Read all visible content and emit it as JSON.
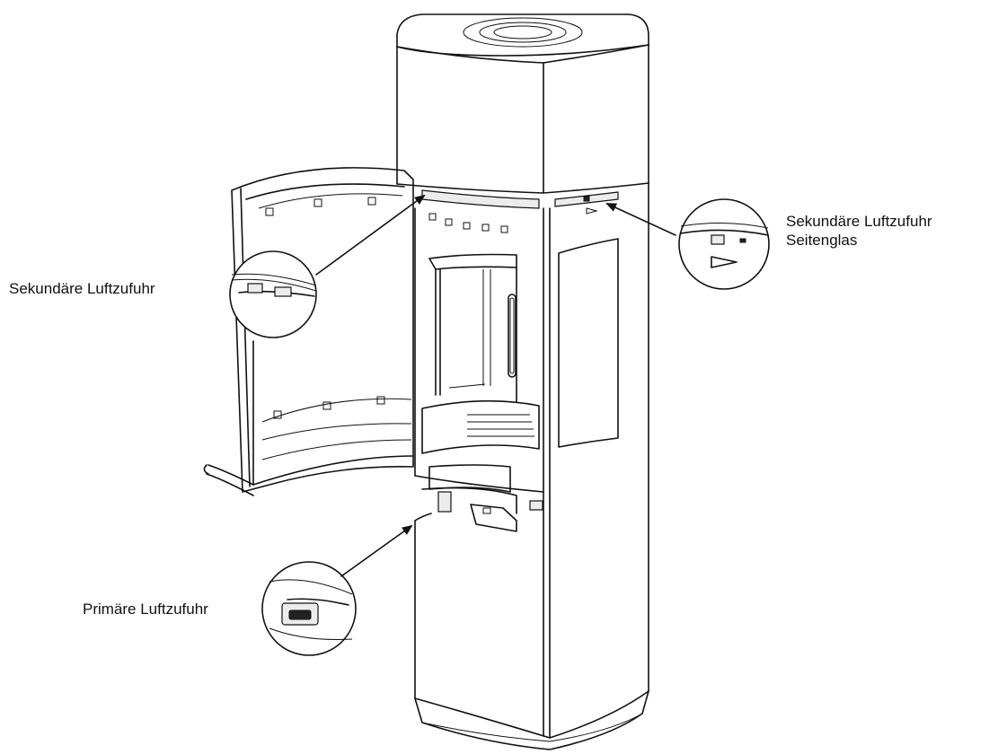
{
  "callouts": {
    "secondary_air_left": "Sekundäre Luftzufuhr",
    "secondary_air_side_glass_line1": "Sekundäre Luftzufuhr",
    "secondary_air_side_glass_line2": "Seitenglas",
    "primary_air": "Primäre Luftzufuhr"
  },
  "colors": {
    "line": "#111111",
    "background": "#ffffff"
  }
}
